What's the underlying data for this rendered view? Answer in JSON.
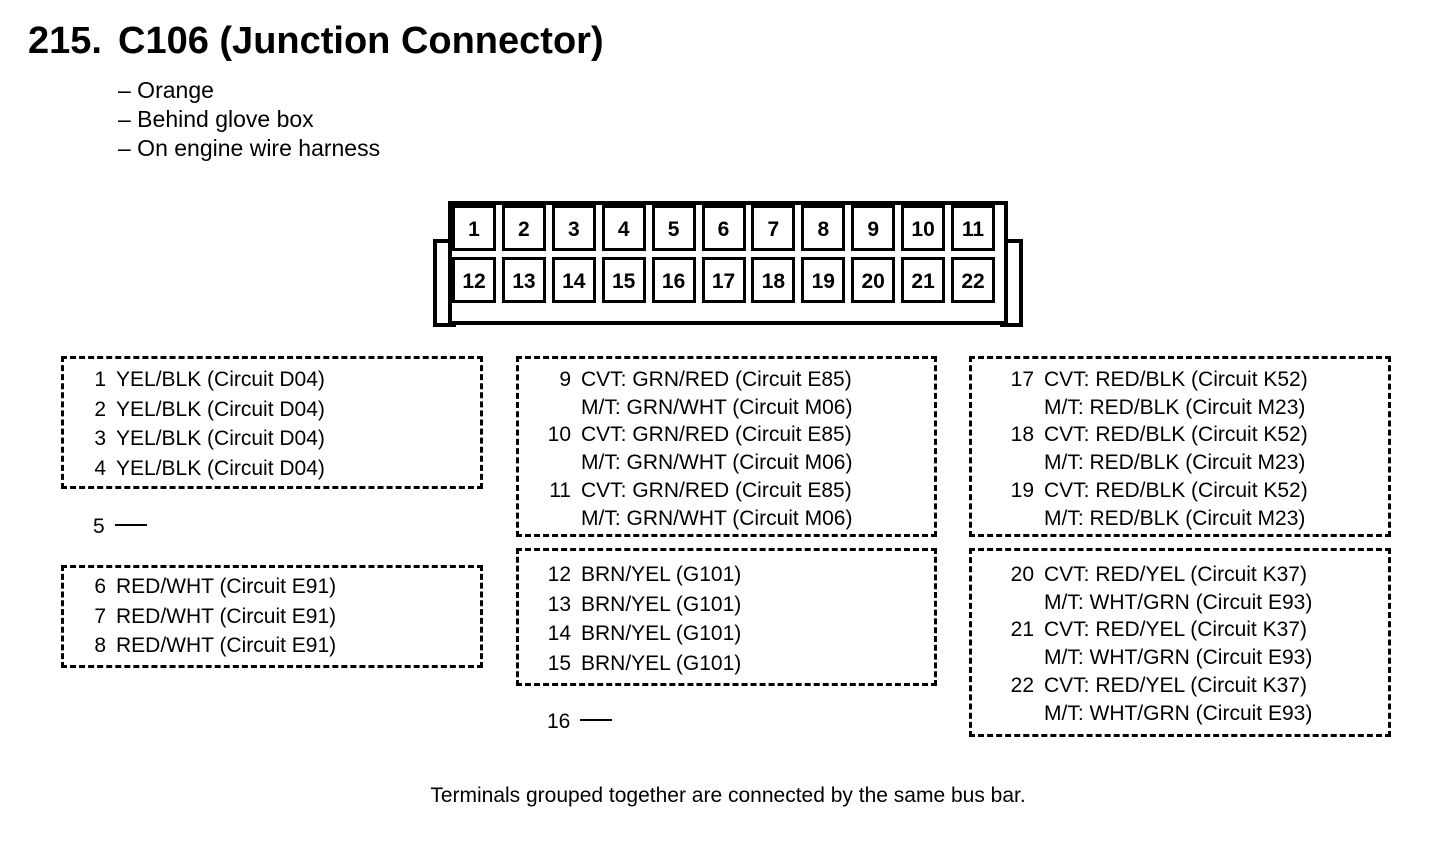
{
  "title": {
    "number": "215.",
    "text": "C106 (Junction Connector)"
  },
  "notes": [
    "– Orange",
    "– Behind glove box",
    "– On engine wire harness"
  ],
  "connector": {
    "top_row": [
      "1",
      "2",
      "3",
      "4",
      "5",
      "6",
      "7",
      "8",
      "9",
      "10",
      "11"
    ],
    "bottom_row": [
      "12",
      "13",
      "14",
      "15",
      "16",
      "17",
      "18",
      "19",
      "20",
      "21",
      "22"
    ]
  },
  "groups": {
    "g1": [
      {
        "n": "1",
        "text": "YEL/BLK (Circuit D04)"
      },
      {
        "n": "2",
        "text": "YEL/BLK (Circuit D04)"
      },
      {
        "n": "3",
        "text": "YEL/BLK (Circuit D04)"
      },
      {
        "n": "4",
        "text": "YEL/BLK (Circuit D04)"
      }
    ],
    "g2": [
      {
        "n": "6",
        "text": "RED/WHT (Circuit E91)"
      },
      {
        "n": "7",
        "text": "RED/WHT (Circuit E91)"
      },
      {
        "n": "8",
        "text": "RED/WHT (Circuit E91)"
      }
    ],
    "g3": [
      {
        "n": "9",
        "text": "CVT: GRN/RED (Circuit E85)"
      },
      {
        "n": "",
        "text": "M/T: GRN/WHT (Circuit M06)"
      },
      {
        "n": "10",
        "text": "CVT: GRN/RED (Circuit E85)"
      },
      {
        "n": "",
        "text": "M/T: GRN/WHT (Circuit M06)"
      },
      {
        "n": "11",
        "text": "CVT: GRN/RED (Circuit E85)"
      },
      {
        "n": "",
        "text": "M/T: GRN/WHT (Circuit M06)"
      }
    ],
    "g4": [
      {
        "n": "12",
        "text": "BRN/YEL (G101)"
      },
      {
        "n": "13",
        "text": "BRN/YEL (G101)"
      },
      {
        "n": "14",
        "text": "BRN/YEL (G101)"
      },
      {
        "n": "15",
        "text": "BRN/YEL (G101)"
      }
    ],
    "g5": [
      {
        "n": "17",
        "text": "CVT: RED/BLK (Circuit K52)"
      },
      {
        "n": "",
        "text": "M/T: RED/BLK (Circuit M23)"
      },
      {
        "n": "18",
        "text": "CVT: RED/BLK (Circuit K52)"
      },
      {
        "n": "",
        "text": "M/T: RED/BLK (Circuit M23)"
      },
      {
        "n": "19",
        "text": "CVT: RED/BLK (Circuit K52)"
      },
      {
        "n": "",
        "text": "M/T: RED/BLK (Circuit M23)"
      }
    ],
    "g6": [
      {
        "n": "20",
        "text": "CVT: RED/YEL (Circuit K37)"
      },
      {
        "n": "",
        "text": "M/T: WHT/GRN (Circuit E93)"
      },
      {
        "n": "21",
        "text": "CVT: RED/YEL (Circuit K37)"
      },
      {
        "n": "",
        "text": "M/T: WHT/GRN (Circuit E93)"
      },
      {
        "n": "22",
        "text": "CVT: RED/YEL (Circuit K37)"
      },
      {
        "n": "",
        "text": "M/T: WHT/GRN (Circuit E93)"
      }
    ]
  },
  "unused": {
    "t5": "5",
    "t16": "16"
  },
  "footer": "Terminals grouped together are connected by the same bus bar."
}
